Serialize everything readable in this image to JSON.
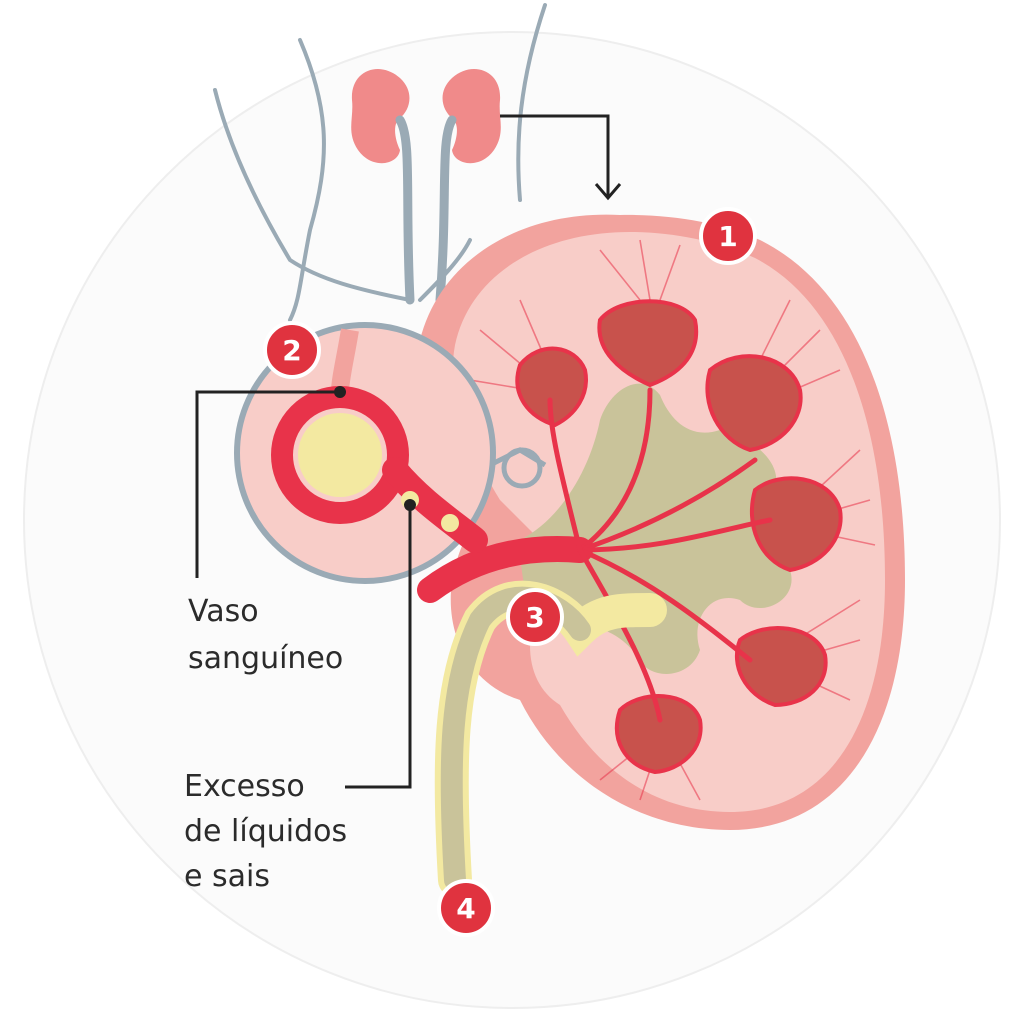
{
  "colors": {
    "background_disc": "#fbfbfb",
    "kidney_outer": "#f2a39e",
    "kidney_cortex": "#f8cdc8",
    "pyramid": "#c8524c",
    "vessel_red": "#e8334a",
    "pelvis": "#c9c39a",
    "urine_yellow": "#f3e9a1",
    "badge": "#e0333f",
    "outline_gray": "#9aaab5"
  },
  "badges": [
    "1",
    "2",
    "3",
    "4"
  ],
  "labels": {
    "blood_vessel": [
      "Vaso",
      "sanguíneo"
    ],
    "excess": [
      "Excesso",
      "de líquidos",
      "e sais"
    ]
  },
  "icons": {
    "body_outline": "torso-outline-icon",
    "pointer": "arrow-down-icon",
    "magnifier": "zoom-circle-icon"
  }
}
